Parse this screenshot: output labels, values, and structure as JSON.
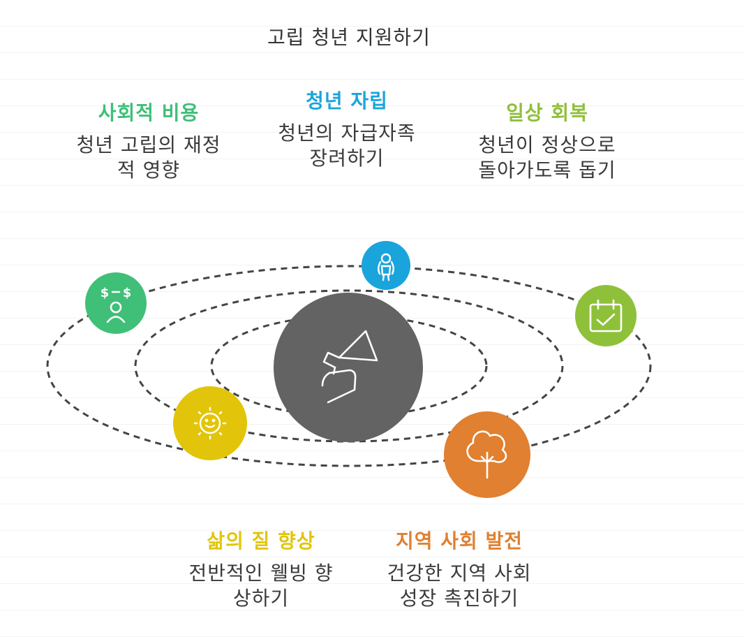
{
  "title": "고립 청년 지원하기",
  "colors": {
    "green": "#3fbf78",
    "blue": "#1aa4dc",
    "lime": "#8fc03a",
    "yellow": "#e2c50a",
    "orange": "#e08030",
    "center": "#636363",
    "orbit": "#444444"
  },
  "items": {
    "social_cost": {
      "heading": "사회적 비용",
      "desc": "청년 고립의 재정\n적 영향",
      "icon": "money-person-icon"
    },
    "youth_independence": {
      "heading": "청년 자립",
      "desc": "청년의 자급자족\n장려하기",
      "icon": "jump-rope-person-icon"
    },
    "daily_recovery": {
      "heading": "일상 회복",
      "desc": "청년이 정상으로\n돌아가도록 돕기",
      "icon": "calendar-check-icon"
    },
    "quality_of_life": {
      "heading": "삶의 질 향상",
      "desc": "전반적인 웰빙 향\n상하기",
      "icon": "smiling-sun-icon"
    },
    "community_development": {
      "heading": "지역 사회 발전",
      "desc": "건강한 지역 사회\n성장 촉진하기",
      "icon": "tree-icon"
    }
  },
  "center": {
    "icon": "megaphone-icon"
  }
}
